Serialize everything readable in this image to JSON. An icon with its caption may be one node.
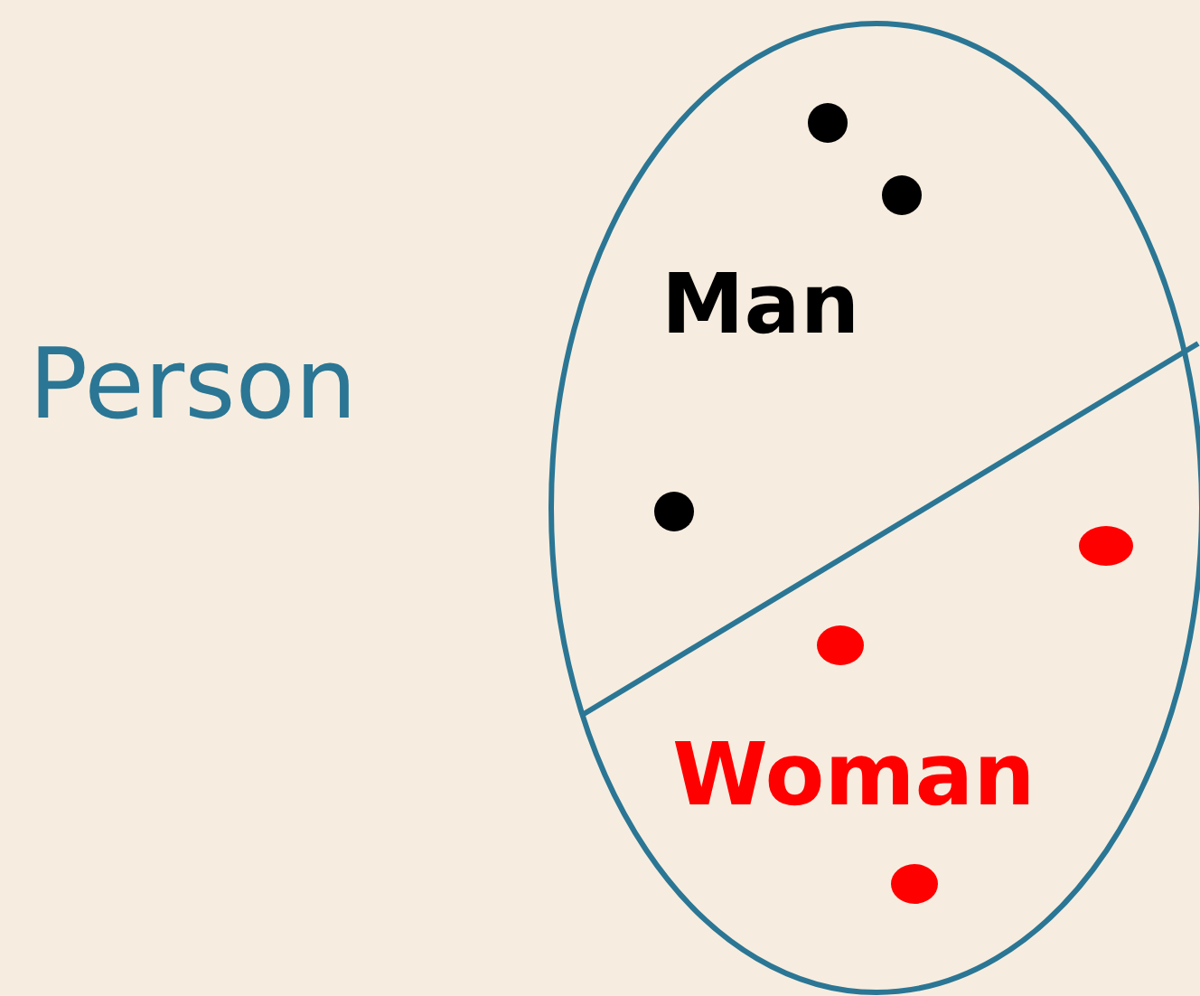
{
  "diagram": {
    "nodes": [
      {
        "text": [
          "Person"
        ]
      },
      {
        "text": [
          "Man"
        ],
        "in": 0
      },
      {
        "text": [
          "Woman"
        ],
        "in": 0
      }
    ]
  }
}
